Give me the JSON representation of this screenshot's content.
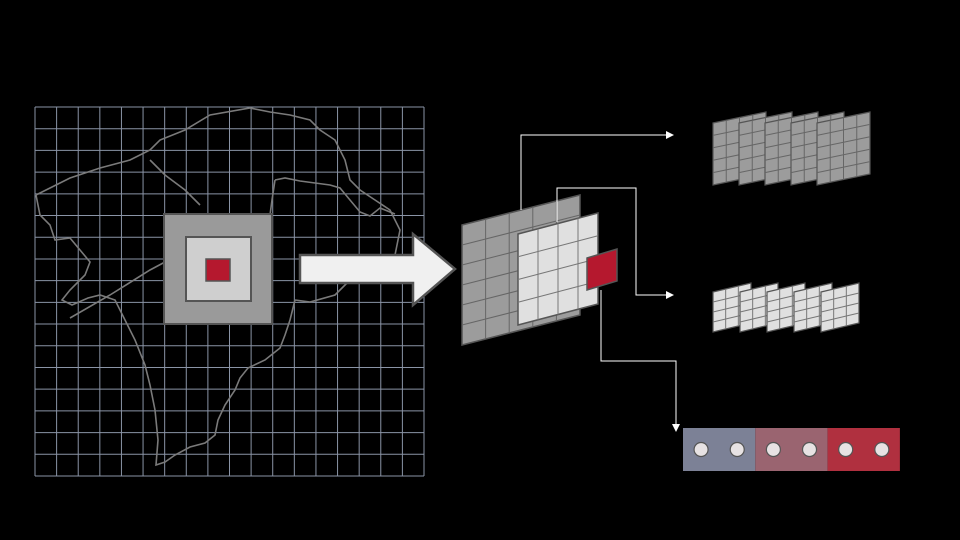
{
  "colors": {
    "background": "#000000",
    "grid_line": "#8a94a6",
    "map_outline": "#7a7a7a",
    "window_outer": "#9a9a9a",
    "window_mid": "#cfcfcf",
    "center_cell": "#b5182e",
    "arrow_fill": "#f0f0f0",
    "connector": "#ffffff",
    "layer_dark": "#9c9c9c",
    "layer_light": "#e0e0e0",
    "vector_blue": "#7c8196",
    "vector_mauve": "#9a6470",
    "vector_red": "#b0303f",
    "node_fill": "#e7e2e3"
  },
  "map_grid": {
    "rows": 17,
    "cols": 18
  },
  "large_patch_stack": {
    "count": 5,
    "rows": 5,
    "cols": 4
  },
  "small_patch_stack": {
    "count": 5,
    "rows": 4,
    "cols": 3
  },
  "feature_vector": {
    "segments": [
      {
        "color_key": "vector_blue",
        "nodes": 2
      },
      {
        "color_key": "vector_mauve",
        "nodes": 2
      },
      {
        "color_key": "vector_red",
        "nodes": 2
      }
    ]
  }
}
